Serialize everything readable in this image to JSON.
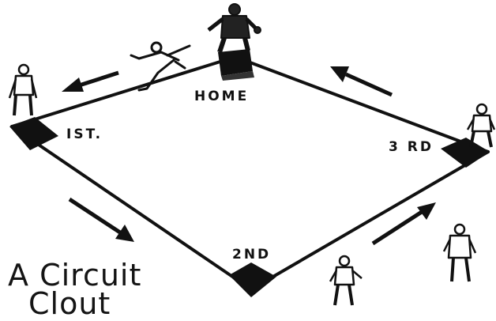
{
  "caption": {
    "line1": "A Circuit",
    "line2": "Clout"
  },
  "bases": {
    "home": "HOME",
    "first": "IST.",
    "second": "2ND",
    "third": "3 RD"
  },
  "colors": {
    "ink": "#111111",
    "paper": "#ffffff"
  }
}
